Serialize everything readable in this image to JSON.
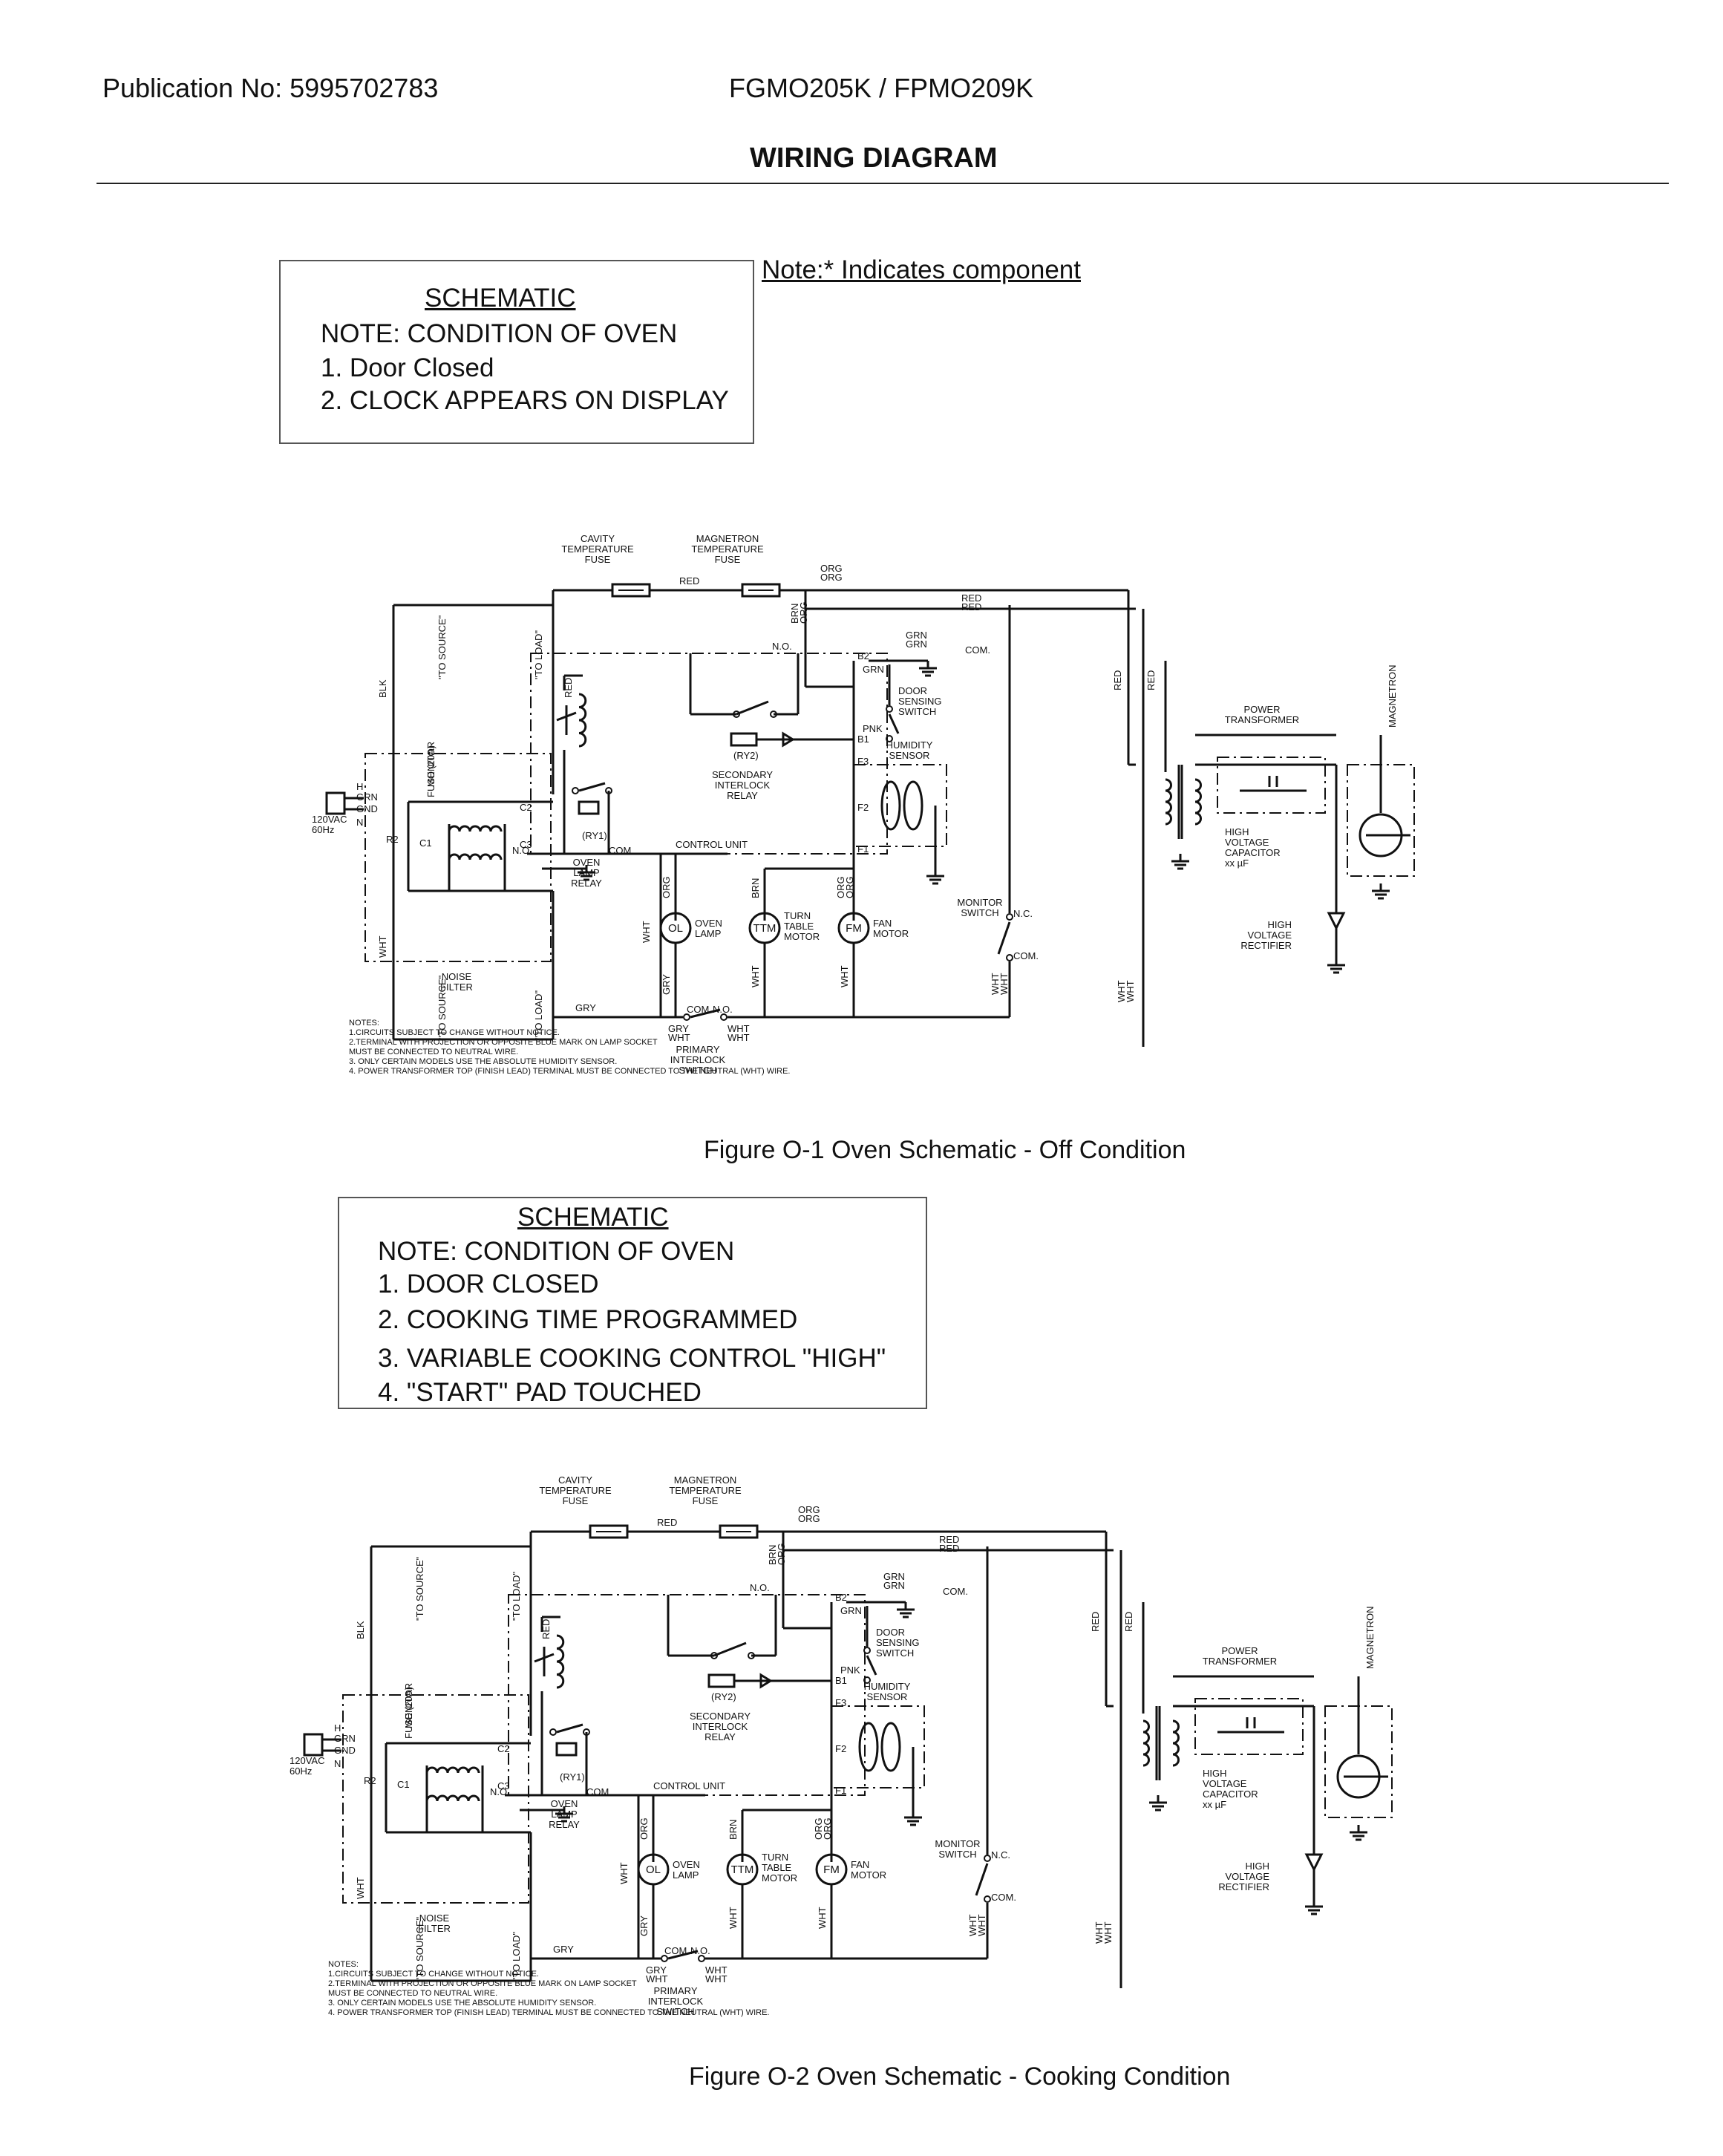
{
  "header": {
    "publication": "Publication No: 5995702783",
    "models": "FGMO205K / FPMO209K",
    "title": "WIRING DIAGRAM"
  },
  "indicator_note": "Note:* Indicates component",
  "figure1": {
    "schematic_title": "SCHEMATIC",
    "note_heading": "NOTE: CONDITION OF OVEN",
    "conditions": [
      "1. Door Closed",
      "2. CLOCK APPEARS ON DISPLAY"
    ],
    "caption": "Figure O-1 Oven Schematic - Off  Condition"
  },
  "figure2": {
    "schematic_title": "SCHEMATIC",
    "note_heading": "NOTE: CONDITION OF OVEN",
    "conditions": [
      "1. DOOR CLOSED",
      "2. COOKING TIME PROGRAMMED",
      "3. VARIABLE COOKING CONTROL \"HIGH\"",
      "4. \"START\" PAD TOUCHED"
    ],
    "caption": "Figure O-2 Oven Schematic - Cooking Condition"
  },
  "schematic_labels": {
    "cavity_fuse": [
      "CAVITY",
      "TEMPERATURE",
      "FUSE"
    ],
    "magnetron_fuse": [
      "MAGNETRON",
      "TEMPERATURE",
      "FUSE"
    ],
    "red": "RED",
    "org": "ORG",
    "brn": "BRN",
    "blk": "BLK",
    "wht": "WHT",
    "gry": "GRY",
    "grn": "GRN",
    "pnk": "PNK",
    "no": "N.O.",
    "nc": "N.C.",
    "com": "COM.",
    "b1": "B1",
    "b2": "B2",
    "f1": "F1",
    "f2": "F2",
    "f3": "F3",
    "h": "H",
    "n": "N",
    "gnd": "GND",
    "supply": [
      "120VAC",
      "60Hz"
    ],
    "to_source": "\"TO SOURCE\"",
    "to_load": "\"TO LOAD\"",
    "monitor_fuse": [
      "MONITOR",
      "FUSE (20A)"
    ],
    "noise_filter": [
      "NOISE",
      "FILTER"
    ],
    "c1": "C1",
    "c2": "C2",
    "c3": "C3",
    "r2": "R2",
    "ry1": "(RY1)",
    "ry2": "(RY2)",
    "oven_lamp_relay": [
      "OVEN",
      "LAMP",
      "RELAY"
    ],
    "secondary_interlock_relay": [
      "SECONDARY",
      "INTERLOCK",
      "RELAY"
    ],
    "control_unit": "CONTROL UNIT",
    "door_sensing_switch": [
      "DOOR",
      "SENSING",
      "SWITCH"
    ],
    "humidity_sensor": [
      "HUMIDITY",
      "SENSOR"
    ],
    "oven_lamp": [
      "OVEN",
      "LAMP"
    ],
    "turntable_motor": [
      "TURN",
      "TABLE",
      "MOTOR"
    ],
    "fan_motor": [
      "FAN",
      "MOTOR"
    ],
    "ol": "OL",
    "ttm": "TTM",
    "fm": "FM",
    "monitor_switch": [
      "MONITOR",
      "SWITCH"
    ],
    "primary_interlock_switch": [
      "PRIMARY",
      "INTERLOCK",
      "SWITCH"
    ],
    "power_transformer": [
      "POWER",
      "TRANSFORMER"
    ],
    "hv_capacitor": [
      "HIGH",
      "VOLTAGE",
      "CAPACITOR",
      "xx µF"
    ],
    "hv_rectifier": [
      "HIGH",
      "VOLTAGE",
      "RECTIFIER"
    ],
    "magnetron": "MAGNETRON"
  },
  "notes": [
    "NOTES:",
    "1.CIRCUITS SUBJECT TO CHANGE WITHOUT NOTICE.",
    "2.TERMINAL WITH PROJECTION OR OPPOSITE BLUE MARK ON LAMP SOCKET",
    "   MUST BE CONNECTED TO NEUTRAL WIRE.",
    "3. ONLY CERTAIN MODELS USE THE ABSOLUTE HUMIDITY SENSOR.",
    "4. POWER TRANSFORMER TOP (FINISH LEAD) TERMINAL MUST BE CONNECTED TO THE NEUTRAL (WHT) WIRE."
  ]
}
